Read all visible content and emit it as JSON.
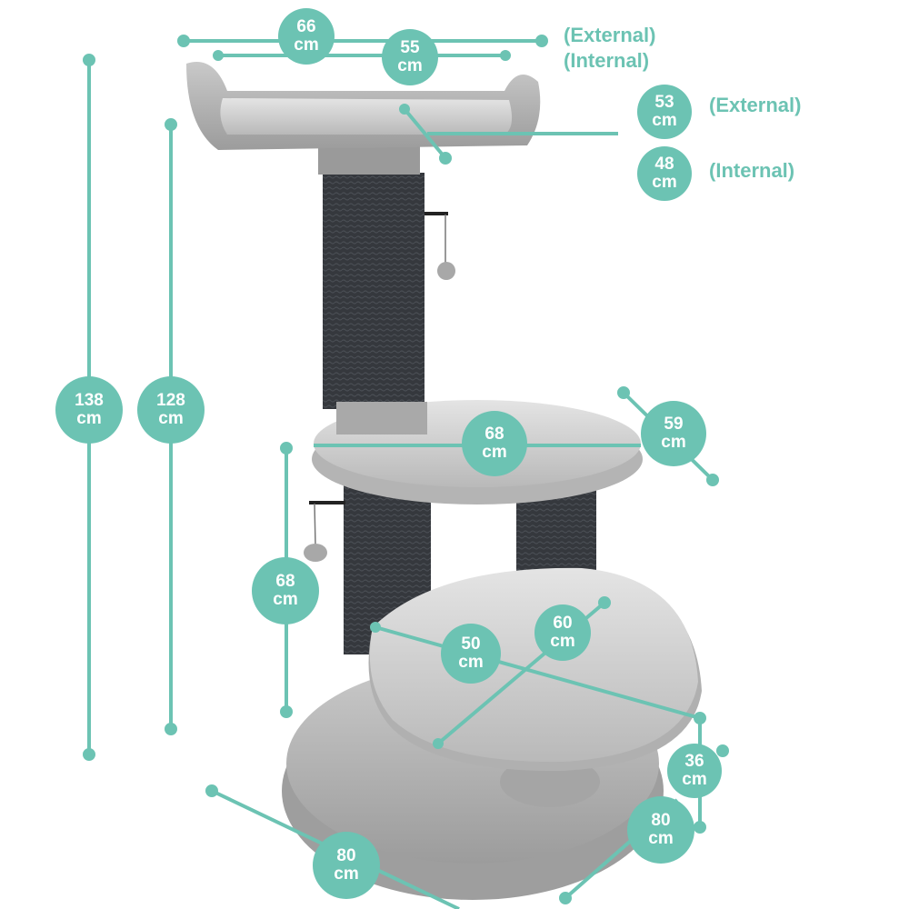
{
  "accent_color": "#6cc3b3",
  "product": {
    "name": "cat-tree",
    "components": [
      "top-cradle-perch",
      "upper-sisal-post",
      "middle-round-platform",
      "two-lower-sisal-posts",
      "lower-half-round-platform",
      "round-base",
      "hanging-pompom-toys"
    ]
  },
  "dimensions": {
    "top_width_external": {
      "value": "66",
      "unit": "cm"
    },
    "top_width_internal": {
      "value": "55",
      "unit": "cm"
    },
    "top_depth_external": {
      "value": "53",
      "unit": "cm"
    },
    "top_depth_internal": {
      "value": "48",
      "unit": "cm"
    },
    "total_height": {
      "value": "138",
      "unit": "cm"
    },
    "top_platform_height": {
      "value": "128",
      "unit": "cm"
    },
    "middle_width": {
      "value": "68",
      "unit": "cm"
    },
    "middle_depth": {
      "value": "59",
      "unit": "cm"
    },
    "middle_height": {
      "value": "68",
      "unit": "cm"
    },
    "lower_width": {
      "value": "50",
      "unit": "cm"
    },
    "lower_depth": {
      "value": "60",
      "unit": "cm"
    },
    "lower_height": {
      "value": "36",
      "unit": "cm"
    },
    "base_width": {
      "value": "80",
      "unit": "cm"
    },
    "base_depth": {
      "value": "80",
      "unit": "cm"
    }
  },
  "labels": {
    "top_external": "(External)",
    "top_internal": "(Internal)",
    "depth_external": "(External)",
    "depth_internal": "(Internal)"
  }
}
